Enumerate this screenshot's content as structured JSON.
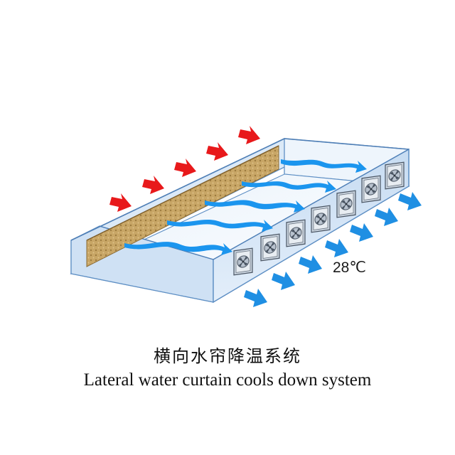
{
  "labels": {
    "temperature": "28℃",
    "title_cn": "横向水帘降温系统",
    "title_en": "Lateral water curtain cools down system"
  },
  "colors": {
    "hot_air_arrow": "#e8191b",
    "cool_air_arrow": "#1f8fe3",
    "airflow_stream": "#1b95ee",
    "pad_fill": "#c8a666",
    "house_fill": "#d5e6f6",
    "house_edge": "#5e8fc4"
  },
  "icons": {
    "hot_air": "arrow-right-icon",
    "cool_air": "arrow-down-right-icon",
    "fan": "fan-icon"
  }
}
